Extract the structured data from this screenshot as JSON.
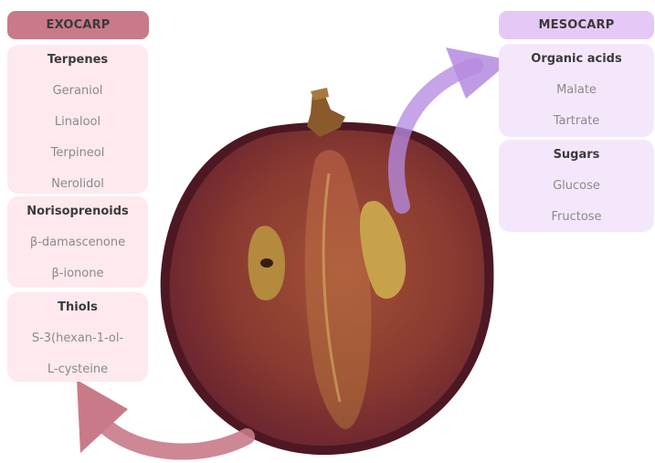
{
  "exocarp": {
    "header": "EXOCARP",
    "groups": [
      {
        "title": "Terpenes",
        "items": [
          "Geraniol",
          "Linalool",
          "Terpineol",
          "Nerolidol"
        ]
      },
      {
        "title": "Norisoprenoids",
        "items": [
          "β-damascenone",
          "β-ionone"
        ]
      },
      {
        "title": "Thiols",
        "items": [
          "S-3(hexan-1-ol-",
          "L-cysteine"
        ]
      }
    ]
  },
  "mesocarp": {
    "header": "MESOCARP",
    "groups": [
      {
        "title": "Organic acids",
        "items": [
          "Malate",
          "Tartrate"
        ]
      },
      {
        "title": "Sugars",
        "items": [
          "Glucose",
          "Fructose"
        ]
      }
    ]
  },
  "colors": {
    "exocarp_accent": "#c97a88",
    "exocarp_box": "#fde9ee",
    "mesocarp_accent": "#e6c8f7",
    "mesocarp_arrow": "#b58ae0",
    "grape_skin": "#5a1f2a",
    "grape_flesh": "#8a3a32"
  }
}
